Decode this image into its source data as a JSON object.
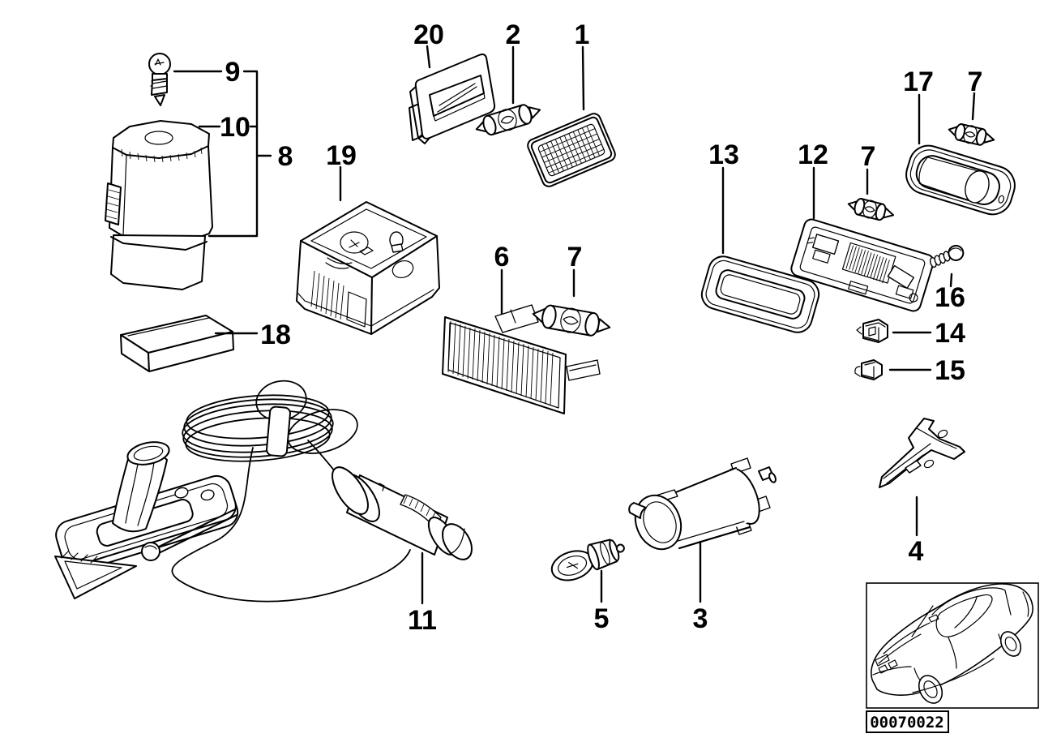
{
  "diagram": {
    "background_color": "#ffffff",
    "line_color": "#000000",
    "inset_code": "00070022"
  },
  "callouts": {
    "p1": {
      "label": "1"
    },
    "p2": {
      "label": "2"
    },
    "p3": {
      "label": "3"
    },
    "p4": {
      "label": "4"
    },
    "p5": {
      "label": "5"
    },
    "p6": {
      "label": "6"
    },
    "p7a": {
      "label": "7"
    },
    "p7b": {
      "label": "7"
    },
    "p7c": {
      "label": "7"
    },
    "p8": {
      "label": "8"
    },
    "p9": {
      "label": "9"
    },
    "p10": {
      "label": "10"
    },
    "p11": {
      "label": "11"
    },
    "p12": {
      "label": "12"
    },
    "p13": {
      "label": "13"
    },
    "p14": {
      "label": "14"
    },
    "p15": {
      "label": "15"
    },
    "p16": {
      "label": "16"
    },
    "p17": {
      "label": "17"
    },
    "p18": {
      "label": "18"
    },
    "p19": {
      "label": "19"
    },
    "p20": {
      "label": "20"
    }
  }
}
